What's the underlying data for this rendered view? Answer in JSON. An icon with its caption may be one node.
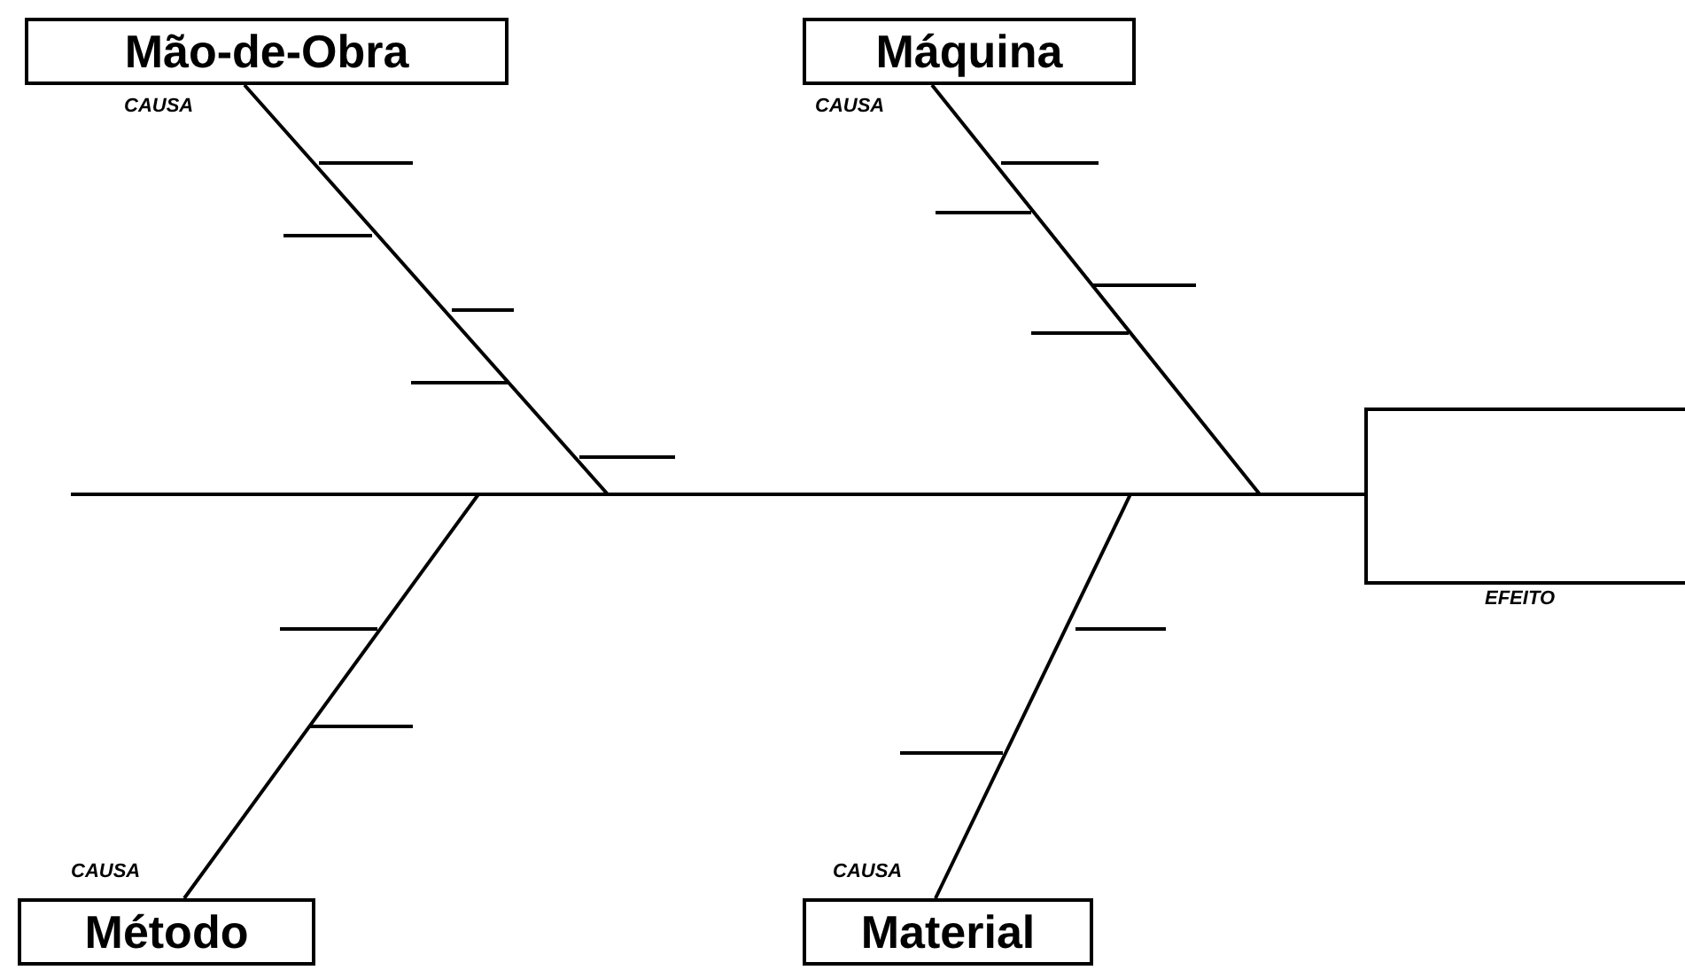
{
  "diagram": {
    "nodes": [
      {
        "text": [
          "Mão-de-Obra"
        ],
        "beside": [
          "CAUSA"
        ]
      },
      {
        "text": [
          "Máquina"
        ],
        "beside": [
          "CAUSA"
        ]
      },
      {
        "text": [
          "Método"
        ],
        "beside": [
          "CAUSA"
        ]
      },
      {
        "text": [
          "Material"
        ],
        "beside": [
          "CAUSA"
        ]
      },
      {
        "text": [],
        "shape": "box",
        "beside": [
          "EFEITO"
        ]
      }
    ],
    "edges": [
      {
        "from": 0,
        "to": 4,
        "arrow": "none"
      },
      {
        "from": 1,
        "to": 4,
        "arrow": "none"
      },
      {
        "from": 2,
        "to": 4,
        "arrow": "none"
      },
      {
        "from": 3,
        "to": 4,
        "arrow": "none"
      }
    ]
  }
}
